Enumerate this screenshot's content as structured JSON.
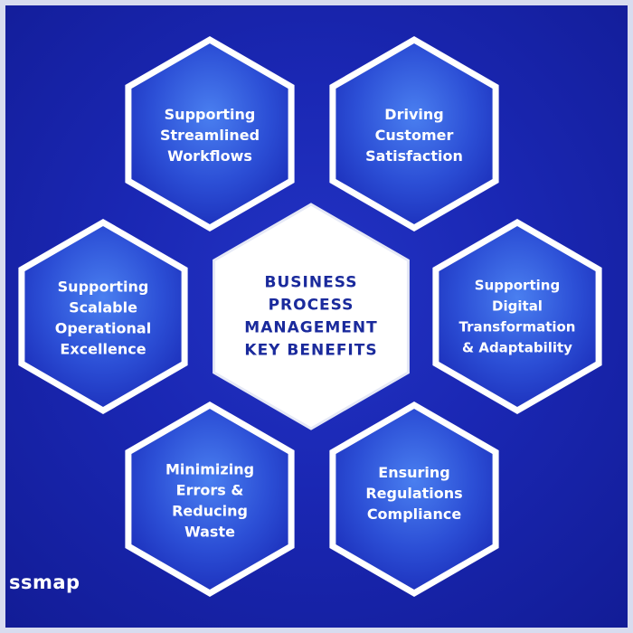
{
  "diagram": {
    "center": {
      "lines": [
        "BUSINESS",
        "PROCESS",
        "MANAGEMENT",
        "KEY BENEFITS"
      ]
    },
    "benefits": [
      {
        "lines": [
          "Supporting",
          "Streamlined",
          "Workflows"
        ]
      },
      {
        "lines": [
          "Driving",
          "Customer",
          "Satisfaction"
        ]
      },
      {
        "lines": [
          "Supporting",
          "Scalable",
          "Operational",
          "Excellence"
        ]
      },
      {
        "lines": [
          "Supporting",
          "Digital",
          "Transformation",
          "& Adaptability"
        ]
      },
      {
        "lines": [
          "Minimizing",
          "Errors &",
          "Reducing",
          "Waste"
        ]
      },
      {
        "lines": [
          "Ensuring",
          "Regulations",
          "Compliance"
        ]
      }
    ]
  },
  "brand": {
    "label": "ssmap"
  },
  "colors": {
    "background": "#1a27b3",
    "hex_fill_dark": "#1a2cb8",
    "hex_fill_light": "#3d6ee6",
    "hex_border": "#ffffff",
    "center_fill": "#ffffff",
    "center_text": "#1a2a9c",
    "benefit_text": "#ffffff"
  }
}
